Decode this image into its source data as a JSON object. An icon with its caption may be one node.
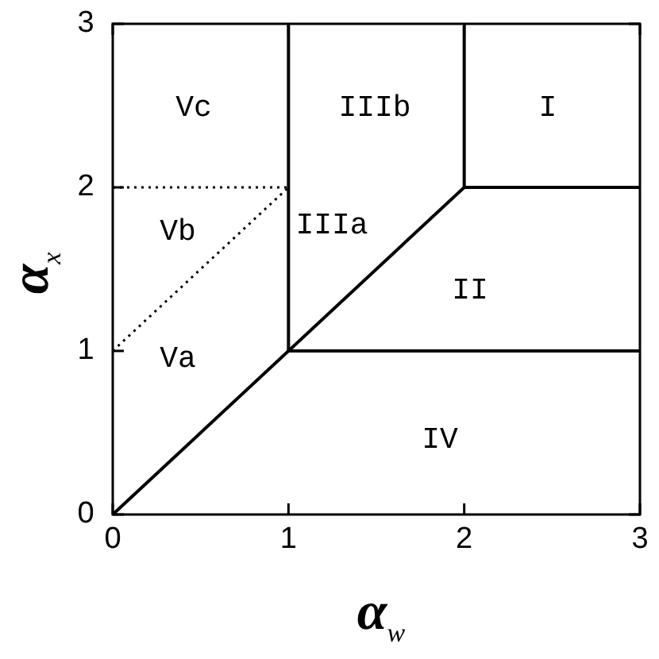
{
  "diagram": {
    "labels": [
      "3",
      "Vc",
      "IIIb",
      "I",
      "2",
      "Vb",
      "IIIa",
      "II",
      "1",
      "Va",
      "0",
      "IV",
      "0",
      "1",
      "2",
      "3",
      "α$_{x}$",
      "α$_{w}$"
    ]
  }
}
